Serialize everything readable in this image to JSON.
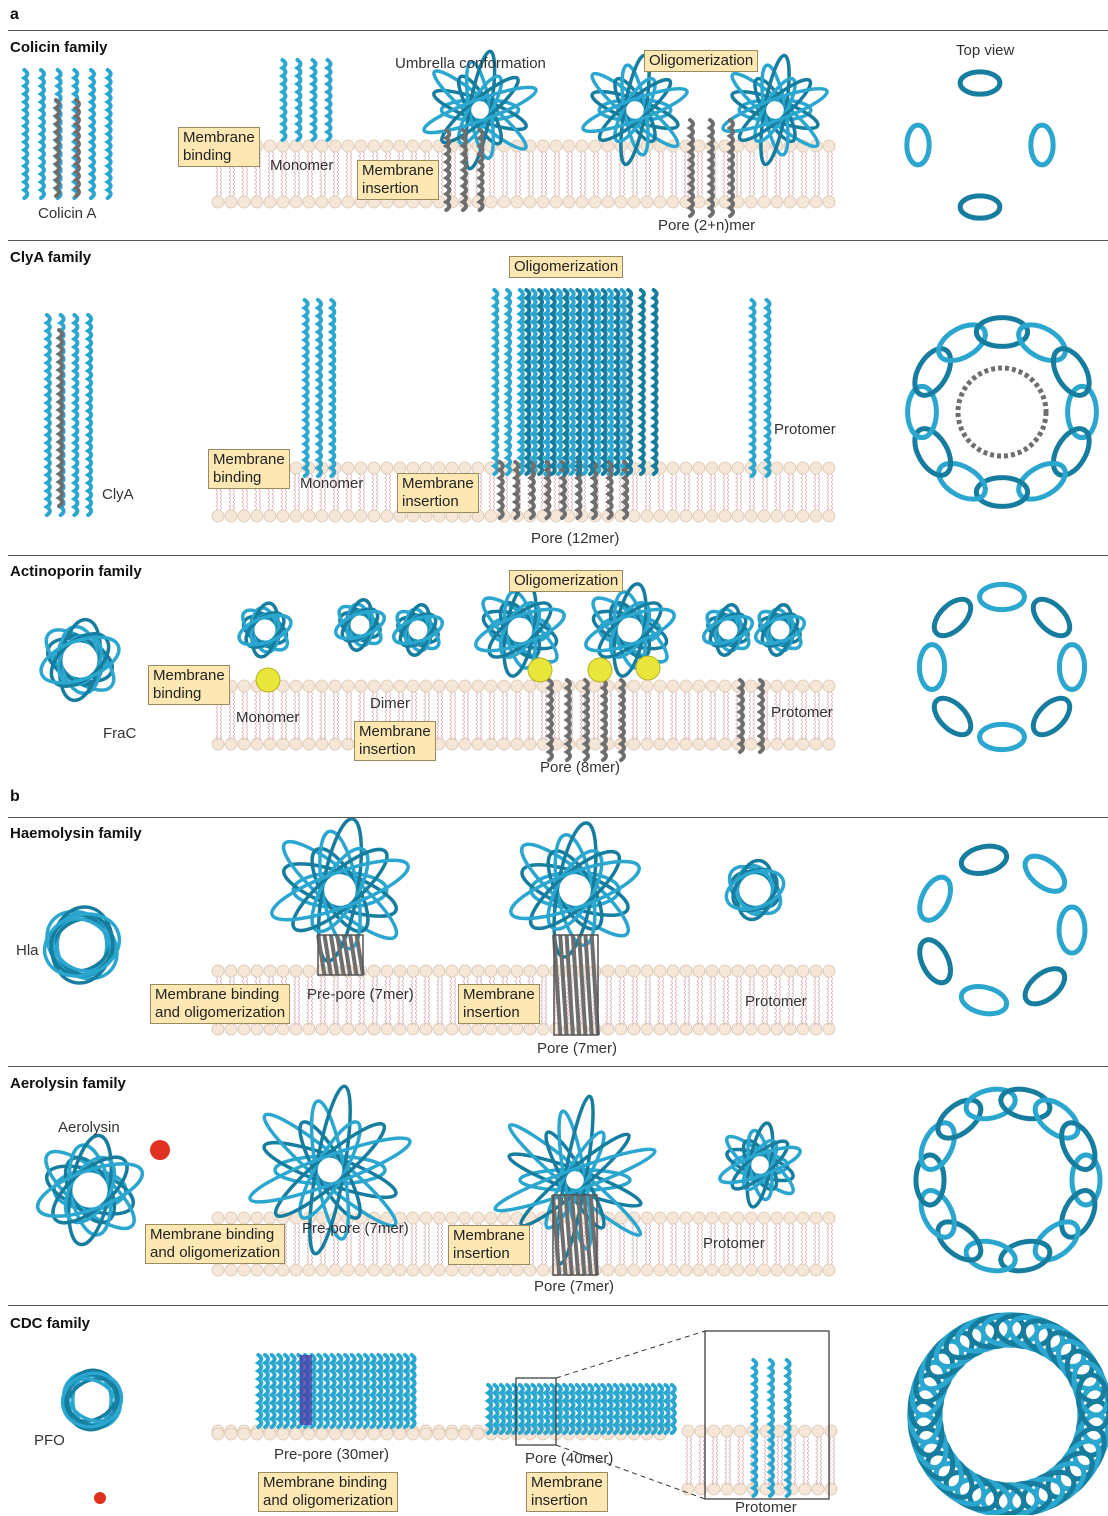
{
  "panels": {
    "a": "a",
    "b": "b"
  },
  "colors": {
    "protein": "#2aa6cf",
    "protein_dark": "#167d9e",
    "transmembrane": "#6e6e6e",
    "lipid_head": "#f5e6d8",
    "lipid_tail": "#d9b3b8",
    "label_box": "#fde8b4",
    "highlight_yellow": "#e8e63a",
    "highlight_red": "#e03020",
    "highlight_purple": "#4a3fa6"
  },
  "rows": {
    "colicin": {
      "family": "Colicin family",
      "protein": "Colicin A",
      "monomer": "Monomer",
      "umbrella": "Umbrella conformation",
      "pore": "Pore (2+n)mer",
      "top_view": "Top view",
      "step_binding": "Membrane\nbinding",
      "step_insertion": "Membrane\ninsertion",
      "step_oligo": "Oligomerization"
    },
    "clya": {
      "family": "ClyA family",
      "protein": "ClyA",
      "monomer": "Monomer",
      "protomer": "Protomer",
      "pore": "Pore (12mer)",
      "step_binding": "Membrane\nbinding",
      "step_insertion": "Membrane\ninsertion",
      "step_oligo": "Oligomerization"
    },
    "actinoporin": {
      "family": "Actinoporin family",
      "protein": "FraC",
      "monomer": "Monomer",
      "dimer": "Dimer",
      "protomer": "Protomer",
      "pore": "Pore (8mer)",
      "step_binding": "Membrane\nbinding",
      "step_insertion": "Membrane\ninsertion",
      "step_oligo": "Oligomerization"
    },
    "haemolysin": {
      "family": "Haemolysin family",
      "protein": "Hla",
      "prepore": "Pre-pore (7mer)",
      "pore": "Pore (7mer)",
      "protomer": "Protomer",
      "step_binding": "Membrane binding\nand oligomerization",
      "step_insertion": "Membrane\ninsertion"
    },
    "aerolysin": {
      "family": "Aerolysin family",
      "protein": "Aerolysin",
      "prepore": "Pre-pore (7mer)",
      "pore": "Pore (7mer)",
      "protomer": "Protomer",
      "step_binding": "Membrane binding\nand oligomerization",
      "step_insertion": "Membrane\ninsertion"
    },
    "cdc": {
      "family": "CDC family",
      "protein": "PFO",
      "prepore": "Pre-pore (30mer)",
      "pore": "Pore (40mer)",
      "protomer": "Protomer",
      "step_binding": "Membrane binding\nand oligomerization",
      "step_insertion": "Membrane\ninsertion"
    }
  }
}
